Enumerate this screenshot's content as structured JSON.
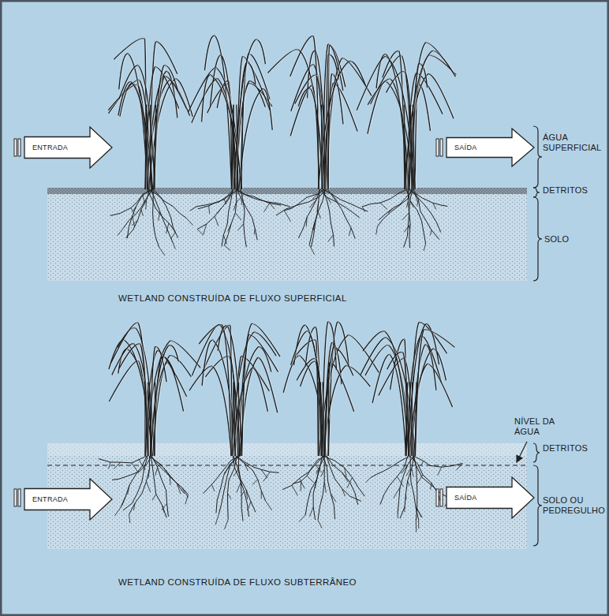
{
  "diagram": {
    "nodes": [
      {
        "text": [
          "ENTRADA"
        ]
      },
      {
        "text": [
          "SAÍDA"
        ]
      },
      {
        "text": [
          "ENTRADA"
        ]
      },
      {
        "text": [
          "SAÍDA"
        ]
      }
    ],
    "labels": [
      "ÁGUA SUPERFICIAL",
      "DETRITOS",
      "SOLO",
      "WETLAND CONSTRUÍDA DE FLUXO SUPERFICIAL",
      "NÍVEL DA ÁGUA",
      "DETRITOS",
      "SOLO OU PEDREGULHO",
      "WETLAND CONSTRUÍDA DE FLUXO SUBTERRÂNEO"
    ]
  }
}
